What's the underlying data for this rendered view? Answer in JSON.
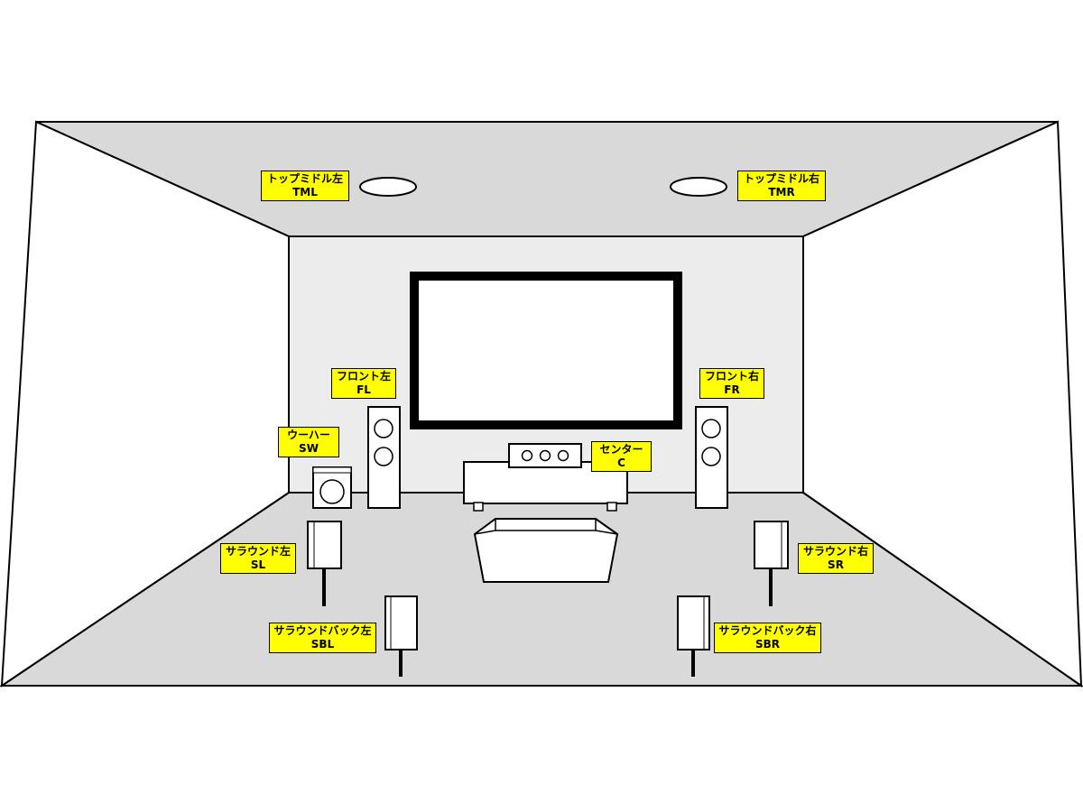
{
  "speakers": [
    {
      "id": "tml",
      "name": "トップミドル左",
      "code": "TML"
    },
    {
      "id": "tmr",
      "name": "トップミドル右",
      "code": "TMR"
    },
    {
      "id": "fl",
      "name": "フロント左",
      "code": "FL"
    },
    {
      "id": "fr",
      "name": "フロント右",
      "code": "FR"
    },
    {
      "id": "sw",
      "name": "ウーハー",
      "code": "SW"
    },
    {
      "id": "c",
      "name": "センター",
      "code": "C"
    },
    {
      "id": "sl",
      "name": "サラウンド左",
      "code": "SL"
    },
    {
      "id": "sr",
      "name": "サラウンド右",
      "code": "SR"
    },
    {
      "id": "sbl",
      "name": "サラウンドバック左",
      "code": "SBL"
    },
    {
      "id": "sbr",
      "name": "サラウンドバック右",
      "code": "SBR"
    }
  ],
  "colors": {
    "label_bg": "#ffff00",
    "ceiling": "#d9d9d9",
    "back_wall": "#ececec",
    "floor": "#d9d9d9",
    "outline": "#000000"
  }
}
